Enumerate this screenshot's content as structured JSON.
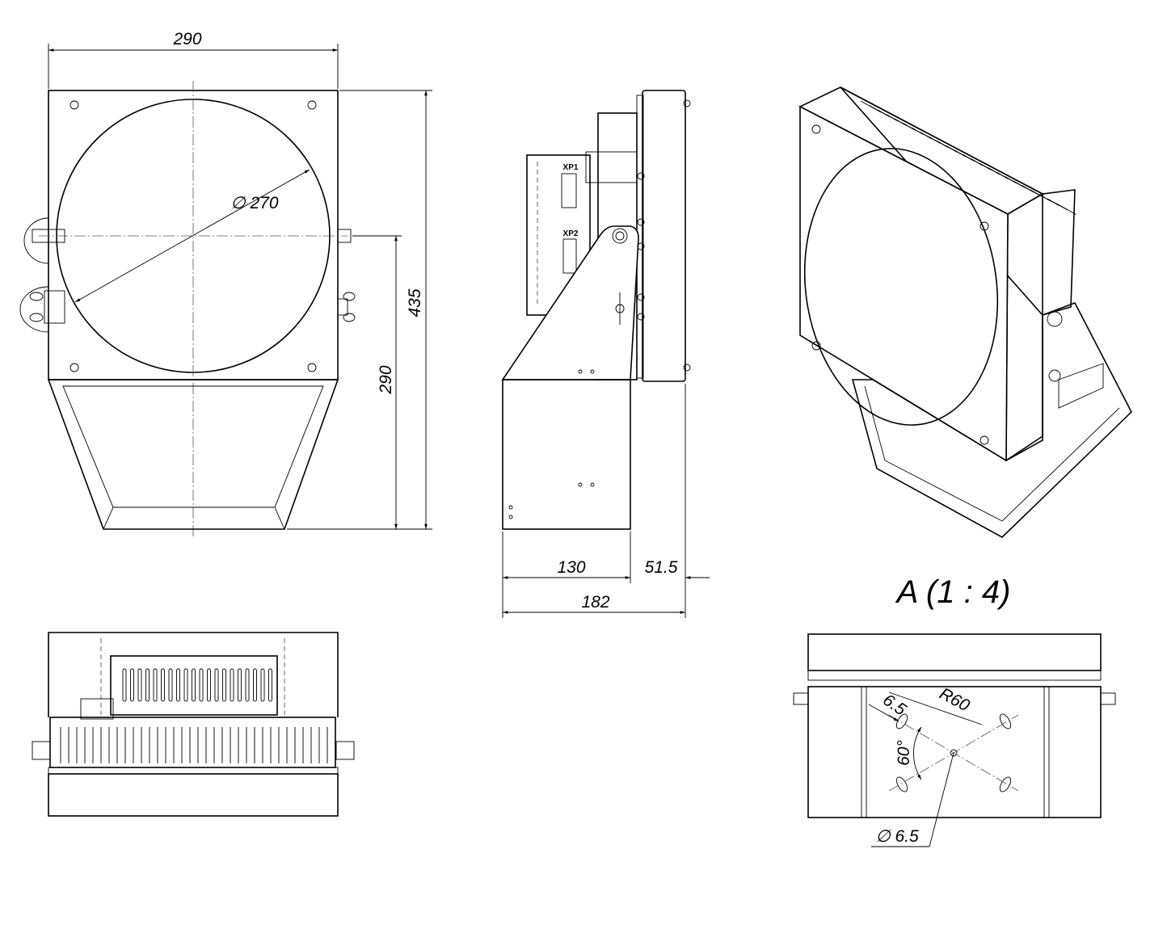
{
  "front_view": {
    "width_dim": "290",
    "height_dim": "435",
    "mount_height_dim": "290",
    "diameter_dim": "∅ 270"
  },
  "side_view": {
    "connector_1": "XP1",
    "connector_2": "XP2",
    "depth_dim_1": "130",
    "depth_dim_2": "51.5",
    "depth_total_dim": "182"
  },
  "detail_view": {
    "title": "A (1 : 4)",
    "slot_width_dim": "6.5",
    "radius_dim": "R60",
    "angle_dim": "60°",
    "hole_dim": "∅ 6.5"
  }
}
